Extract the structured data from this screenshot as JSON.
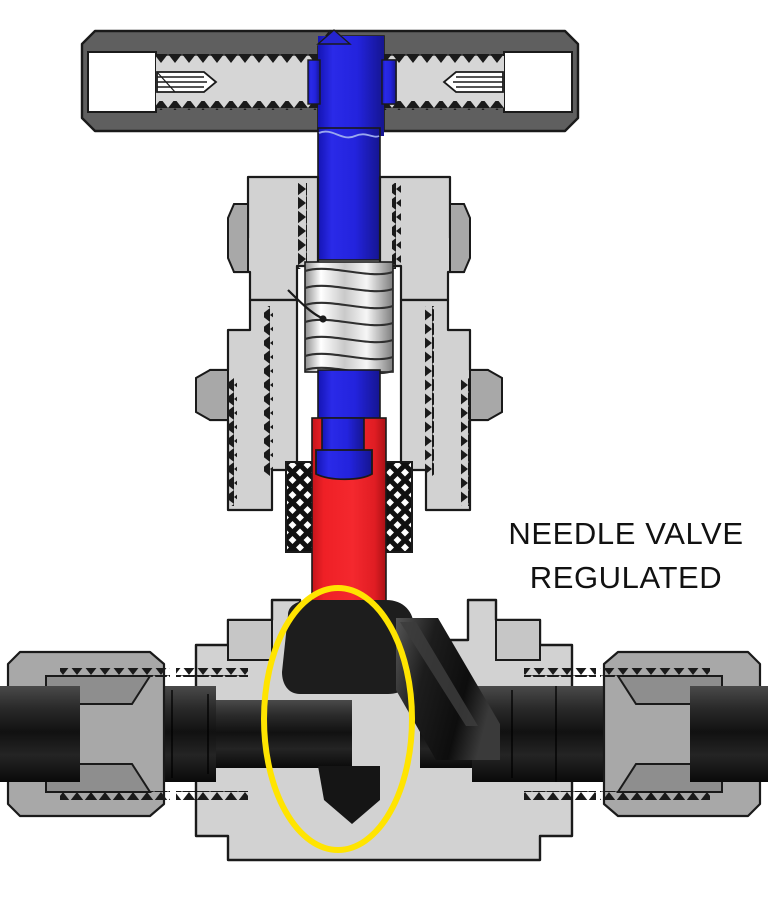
{
  "figure": {
    "title_line_1": "NEEDLE VALVE",
    "title_line_2": "REGULATED",
    "label_color": "#111111"
  },
  "palette": {
    "background": "#ffffff",
    "outline": "#1a1a1a",
    "body_light_gray": "#d2d2d2",
    "body_mid_gray": "#a8a8a8",
    "body_dark_gray": "#5a5a5a",
    "handle_gray": "#5f5f5f",
    "handle_inner_gray": "#d6d6d6",
    "stem_blue": "#2222dd",
    "needle_red": "#ee2128",
    "flow_black": "#111111",
    "chrome_light": "#f2f2f2",
    "chrome_mid": "#9a9a9a",
    "highlight_yellow": "#ffe400",
    "packing_white": "#ffffff",
    "packing_black": "#111111"
  },
  "components": [
    {
      "id": "handle-bar",
      "name": "T-Handle Bar",
      "color": "#5f5f5f"
    },
    {
      "id": "handle-cavity-left",
      "name": "Handle Left Bore",
      "color": "#ffffff"
    },
    {
      "id": "handle-cavity-right",
      "name": "Handle Right Bore",
      "color": "#ffffff"
    },
    {
      "id": "handle-thread-left",
      "name": "Handle Left Internal Thread",
      "color": "#1a1a1a"
    },
    {
      "id": "handle-thread-right",
      "name": "Handle Right Internal Thread",
      "color": "#1a1a1a"
    },
    {
      "id": "stem-upper",
      "name": "Valve Stem (Upper)",
      "color": "#2222dd"
    },
    {
      "id": "stem-screw",
      "name": "Chrome Threaded Screw",
      "color": "#cfcfcf"
    },
    {
      "id": "stem-lower",
      "name": "Valve Stem (Lower)",
      "color": "#2222dd"
    },
    {
      "id": "stem-collar",
      "name": "Stem Collar",
      "color": "#2222dd"
    },
    {
      "id": "bonnet-nut",
      "name": "Bonnet / Packing Nut",
      "color": "#d2d2d2"
    },
    {
      "id": "packing-left",
      "name": "Braided Packing (Left)",
      "color": "#111111"
    },
    {
      "id": "packing-right",
      "name": "Braided Packing (Right)",
      "color": "#111111"
    },
    {
      "id": "needle-stem",
      "name": "Needle Stem",
      "color": "#ee2128"
    },
    {
      "id": "needle-tip",
      "name": "Needle Tip / Metering Point",
      "color": "#ee2128"
    },
    {
      "id": "valve-body",
      "name": "Valve Body",
      "color": "#d2d2d2"
    },
    {
      "id": "inlet-port",
      "name": "Inlet Flow Passage",
      "color": "#111111"
    },
    {
      "id": "outlet-port",
      "name": "Outlet Flow Passage",
      "color": "#111111"
    },
    {
      "id": "angled-passage",
      "name": "Angled Seat Passage",
      "color": "#111111"
    },
    {
      "id": "fitting-left",
      "name": "Left Compression Fitting",
      "color": "#a8a8a8"
    },
    {
      "id": "fitting-right",
      "name": "Right Compression Fitting",
      "color": "#a8a8a8"
    },
    {
      "id": "highlight-ellipse",
      "name": "Metering Region Highlight",
      "color": "#ffe400"
    }
  ]
}
